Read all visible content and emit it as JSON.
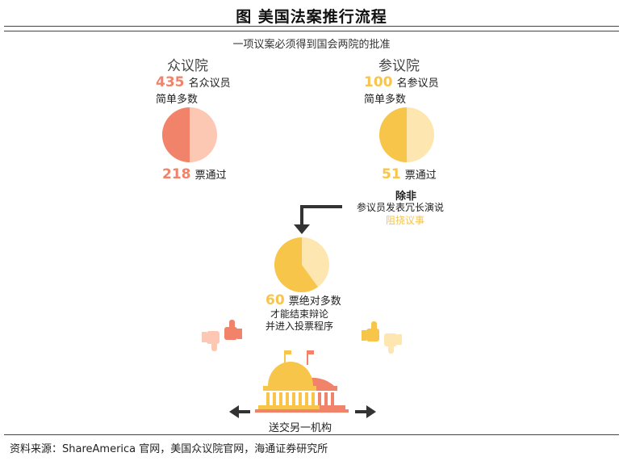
{
  "header": {
    "title": "图  美国法案推行流程"
  },
  "subtitle": "一项议案必须得到国会两院的批准",
  "house": {
    "name": "众议院",
    "members_number": "435",
    "members_label": "名众议员",
    "majority_label": "简单多数",
    "votes_number": "218",
    "votes_label": "票通过",
    "pie_fraction": 0.5
  },
  "senate": {
    "name": "参议院",
    "members_number": "100",
    "members_label": "名参议员",
    "majority_label": "简单多数",
    "votes_number": "51",
    "votes_label": "票通过",
    "pie_fraction": 0.5,
    "unless_label": "除非",
    "filibuster_line1": "参议员发表冗长演说",
    "filibuster_line2": "阻挠议事"
  },
  "cloture": {
    "votes_number": "60",
    "votes_label": "票绝对多数",
    "line2": "才能结束辩论",
    "line3": "并进入投票程序",
    "pie_fraction": 0.6
  },
  "footer_step": "送交另一机构",
  "source": "资料来源：ShareAmerica 官网，美国众议院官网，海通证券研究所",
  "colors": {
    "coral": "#f0836a",
    "coral_light": "#fcc7b3",
    "yellow": "#f7c54a",
    "yellow_light": "#fde6b0",
    "dark": "#333333"
  },
  "icons": [
    "arrow-down-left-icon",
    "thumbs-up-down-coral-icon",
    "thumbs-up-down-yellow-icon",
    "capitol-building-icon",
    "arrow-left-icon",
    "arrow-right-icon"
  ]
}
